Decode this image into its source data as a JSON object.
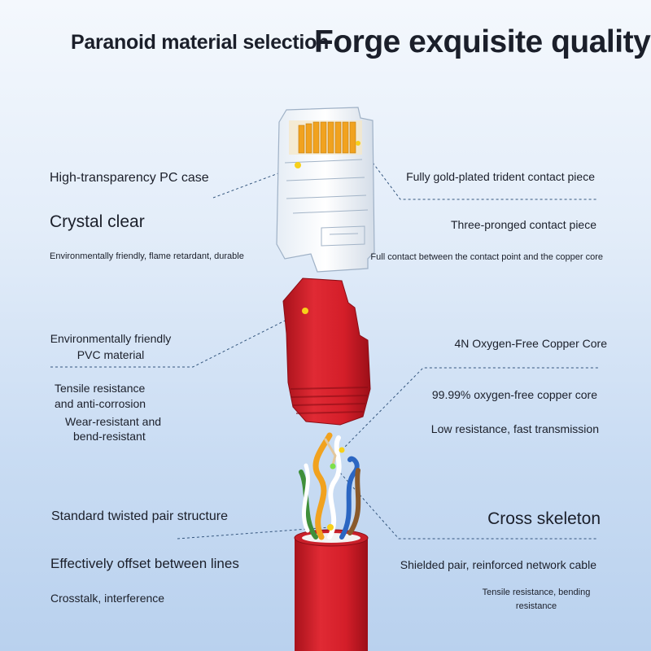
{
  "title": {
    "left": "Paranoid material selection",
    "right": "Forge exquisite quality"
  },
  "left_labels": {
    "pc_case": "High-transparency PC case",
    "crystal": "Crystal clear",
    "eco_flame": "Environmentally friendly, flame retardant, durable",
    "pvc": "Environmentally friendly PVC material",
    "tensile_1": "Tensile resistance",
    "tensile_2": "and anti-corrosion",
    "wear_1": "Wear-resistant and",
    "wear_2": "bend-resistant",
    "twisted": "Standard twisted pair structure",
    "offset": "Effectively offset between lines",
    "crosstalk": "Crosstalk, interference"
  },
  "right_labels": {
    "gold": "Fully gold-plated trident contact piece",
    "three": "Three-pronged contact piece",
    "full_contact": "Full contact between the contact point and the copper core",
    "copper_4n": "4N Oxygen-Free Copper Core",
    "oxygen_free": "99.99% oxygen-free copper core",
    "low_res": "Low resistance, fast transmission",
    "cross": "Cross skeleton",
    "shielded": "Shielded pair, reinforced network cable",
    "tensile_bend": "Tensile resistance, bending resistance"
  },
  "colors": {
    "cable_red": "#d8212c",
    "gold": "#f1a21f",
    "leader": "#34567e",
    "dot": "#f7d01a"
  }
}
